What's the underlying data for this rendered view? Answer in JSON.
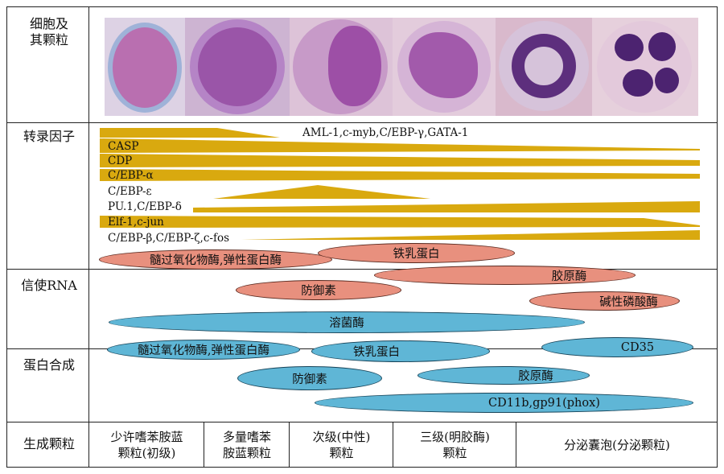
{
  "row_labels": {
    "cells": "细胞及\n其颗粒",
    "transcription": "转录因子",
    "mrna": "信使RNA",
    "protein": "蛋白合成",
    "granules": "生成颗粒"
  },
  "transcription_factors": [
    "AML-1,c-myb,C/EBP-γ,GATA-1",
    "CASP",
    "CDP",
    "C/EBP-α",
    "C/EBP-ε",
    "PU.1,C/EBP-δ",
    "Elf-1,c-jun",
    "C/EBP-β,C/EBP-ζ,c-fos"
  ],
  "mrna": [
    "髓过氧化物酶,弹性蛋白酶",
    "铁乳蛋白",
    "胶原酶",
    "防御素",
    "碱性磷酸酶"
  ],
  "protein": [
    "溶菌酶",
    "髓过氧化物酶,弹性蛋白酶",
    "铁乳蛋白",
    "CD35",
    "防御素",
    "胶原酶",
    "CD11b,gp91(phox)"
  ],
  "granules": [
    "少许嗜苯胺蓝\n颗粒(初级)",
    "多量嗜苯\n胺蓝颗粒",
    "次级(中性)\n颗粒",
    "三级(明胶酶)\n颗粒",
    "分泌囊泡(分泌颗粒)"
  ],
  "colors": {
    "band": "#d9a90f",
    "mrna_fill": "#e8907e",
    "protein_fill": "#5fb6d6",
    "border": "#222222"
  },
  "cell_images": [
    "myeloblast",
    "promyelocyte",
    "myelocyte",
    "metamyelocyte",
    "band-neutrophil",
    "segmented-neutrophil"
  ]
}
